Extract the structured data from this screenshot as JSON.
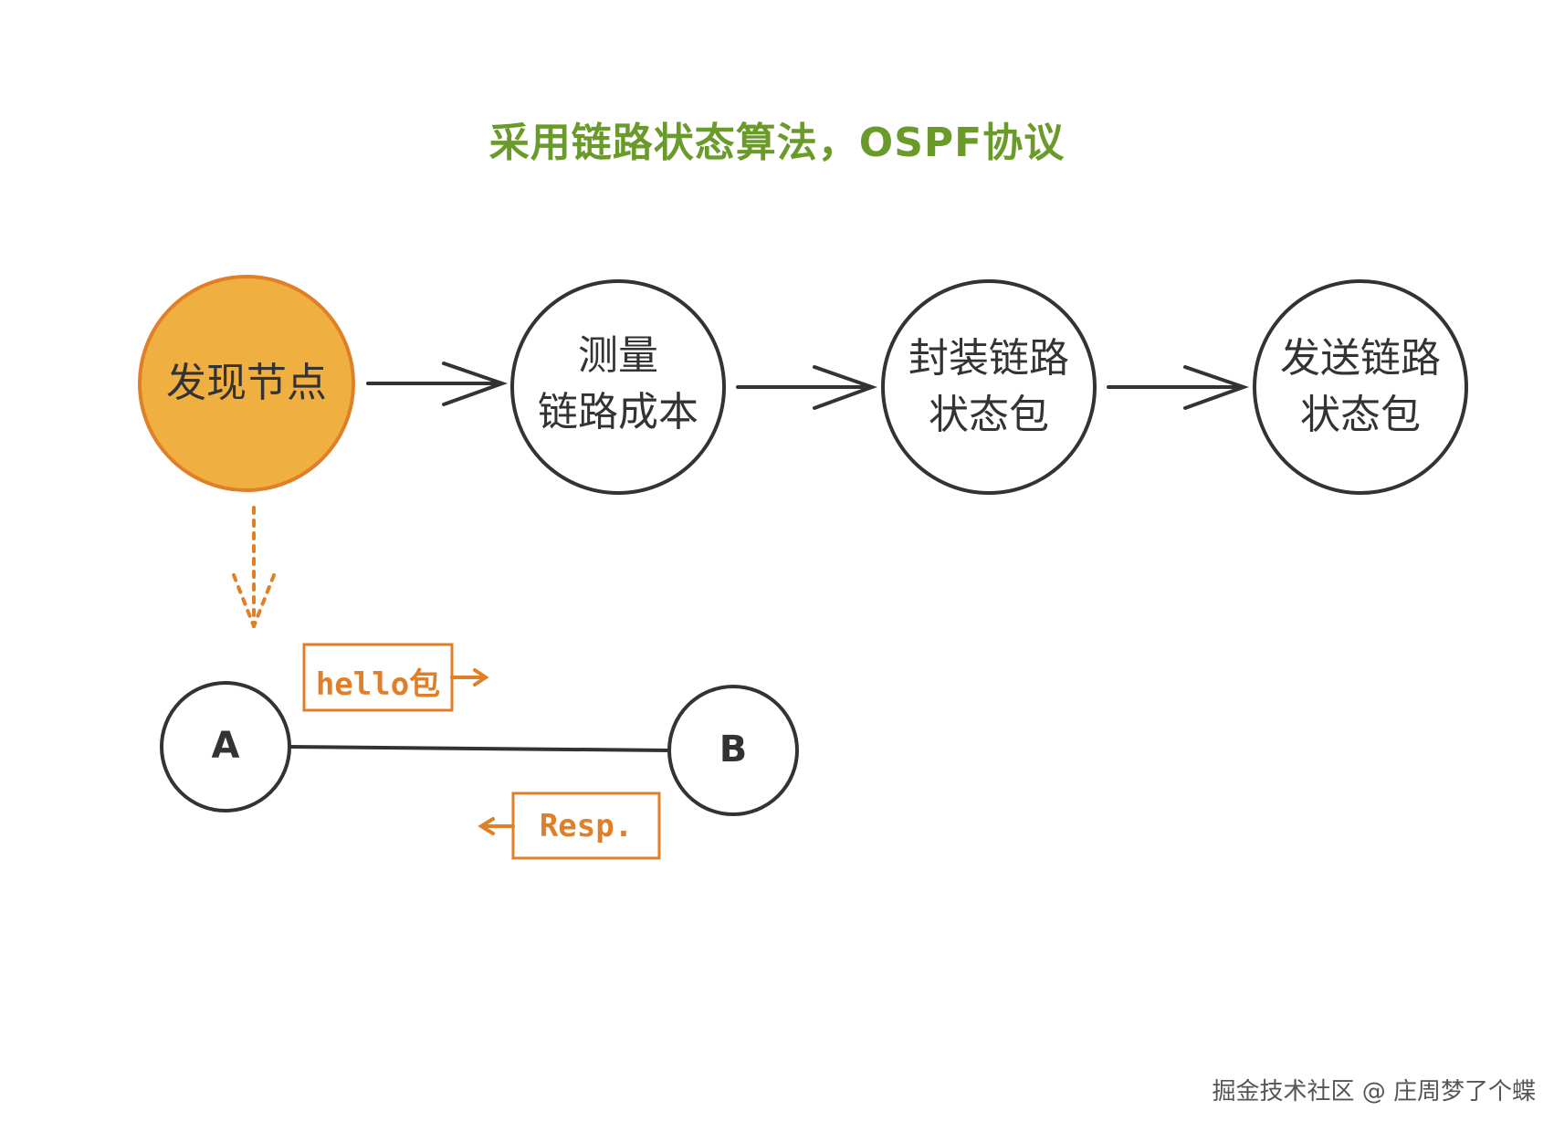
{
  "title": "采用链路状态算法，OSPF协议",
  "steps": [
    {
      "line1": "发现节点",
      "line2": ""
    },
    {
      "line1": "测量",
      "line2": "链路成本"
    },
    {
      "line1": "封装链路",
      "line2": "状态包"
    },
    {
      "line1": "发送链路",
      "line2": "状态包"
    }
  ],
  "nodes": {
    "a": "A",
    "b": "B"
  },
  "packets": {
    "hello": "hello包",
    "response": "Resp."
  },
  "watermark": "掘金技术社区 @ 庄周梦了个蝶",
  "colors": {
    "title": "#6a9a2a",
    "highlight_fill": "#efb041",
    "highlight_stroke": "#e07f28",
    "stroke": "#333333",
    "packet": "#e07f28"
  }
}
